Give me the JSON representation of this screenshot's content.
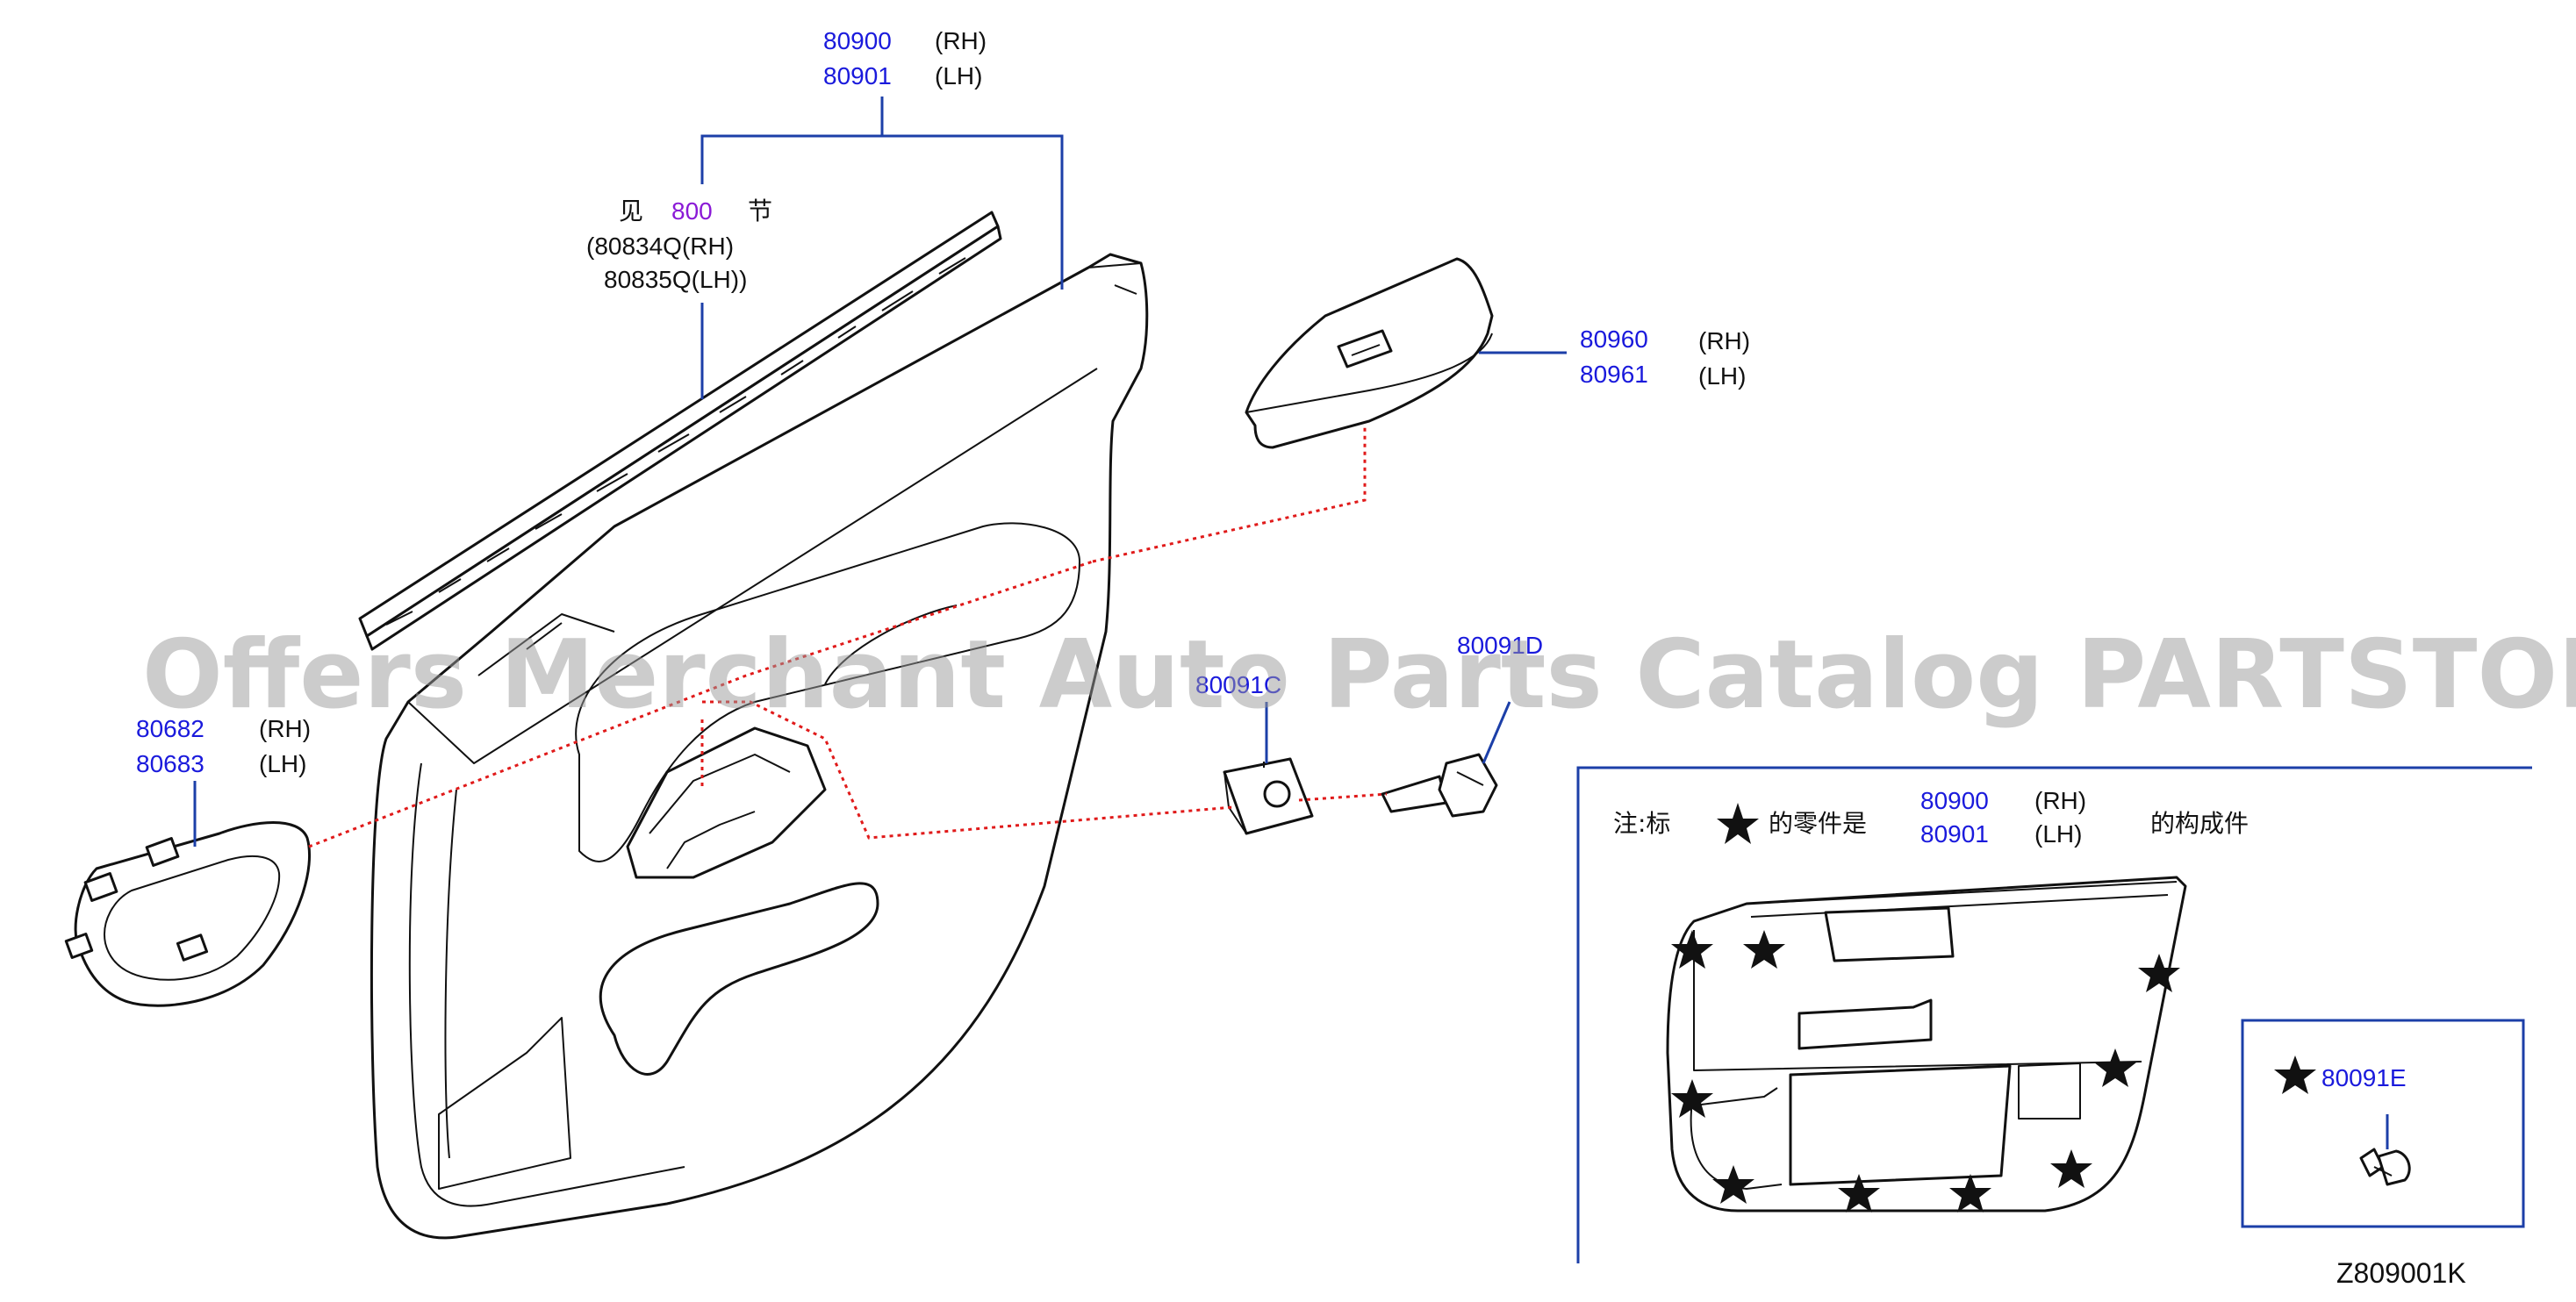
{
  "callouts": {
    "trim_rh": "80900",
    "trim_rh_side": "(RH)",
    "trim_lh": "80901",
    "trim_lh_side": "(LH)",
    "see_prefix": "见",
    "see_section": "800",
    "see_suffix": "节",
    "weatherstrip_rh": "(80834Q(RH)",
    "weatherstrip_lh": "80835Q(LH))",
    "switch_rh": "80960",
    "switch_rh_side": "(RH)",
    "switch_lh": "80961",
    "switch_lh_side": "(LH)",
    "handle_rh": "80682",
    "handle_rh_side": "(RH)",
    "handle_lh": "80683",
    "handle_lh_side": "(LH)",
    "screw": "80091D",
    "clip_nut": "80091C"
  },
  "note": {
    "prefix": "注:标",
    "mid": "的零件是",
    "part_rh": "80900",
    "part_rh_side": "(RH)",
    "part_lh": "80901",
    "part_lh_side": "(LH)",
    "suffix": "的构成件"
  },
  "detail_box": {
    "part": "80091E"
  },
  "watermark": "Offers Merchant Auto Parts Catalog PARTSTORE.SA",
  "diagram_code": "Z809001K",
  "colors": {
    "part_number": "#1a1adc",
    "section_ref": "#8a1ad6",
    "leader": "#1c3fa8",
    "dashed": "#e01a1a"
  }
}
